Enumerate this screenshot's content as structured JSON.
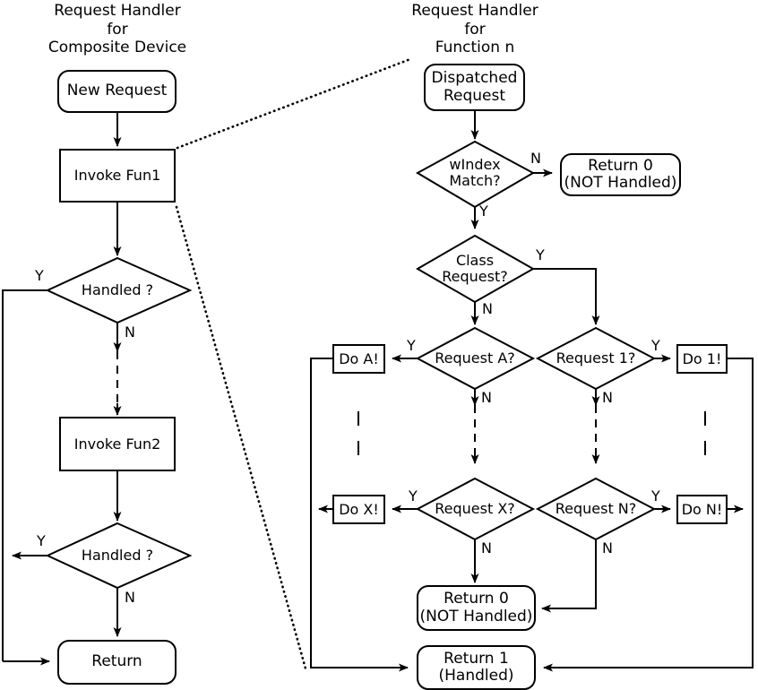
{
  "diagram": {
    "title_left": "Request Handler\nfor\nComposite Device",
    "title_right": "Request Handler\nfor\nFunction n"
  },
  "left_flow": {
    "nodes": [
      {
        "id": "new-request",
        "label": "New Request",
        "shape": "terminator"
      },
      {
        "id": "invoke-fun1",
        "label": "Invoke Fun1",
        "shape": "process"
      },
      {
        "id": "handled-1",
        "label": "Handled ?",
        "shape": "decision"
      },
      {
        "id": "invoke-fun2",
        "label": "Invoke Fun2",
        "shape": "process"
      },
      {
        "id": "handled-2",
        "label": "Handled ?",
        "shape": "decision"
      },
      {
        "id": "return",
        "label": "Return",
        "shape": "terminator"
      }
    ],
    "edge_labels": {
      "handled1_yes": "Y",
      "handled1_no": "N",
      "handled2_yes": "Y",
      "handled2_no": "N"
    }
  },
  "right_flow": {
    "nodes": [
      {
        "id": "dispatched-request",
        "label": "Dispatched\nRequest",
        "shape": "terminator"
      },
      {
        "id": "windex-match",
        "label": "wIndex\nMatch?",
        "shape": "decision"
      },
      {
        "id": "return0-top",
        "label": "Return 0\n(NOT Handled)",
        "shape": "terminator"
      },
      {
        "id": "class-request",
        "label": "Class\nRequest?",
        "shape": "decision"
      },
      {
        "id": "request-a",
        "label": "Request A?",
        "shape": "decision"
      },
      {
        "id": "request-1",
        "label": "Request 1?",
        "shape": "decision"
      },
      {
        "id": "do-a",
        "label": "Do A!",
        "shape": "process"
      },
      {
        "id": "do-1",
        "label": "Do 1!",
        "shape": "process"
      },
      {
        "id": "request-x",
        "label": "Request X?",
        "shape": "decision"
      },
      {
        "id": "request-n",
        "label": "Request N?",
        "shape": "decision"
      },
      {
        "id": "do-x",
        "label": "Do X!",
        "shape": "process"
      },
      {
        "id": "do-n",
        "label": "Do N!",
        "shape": "process"
      },
      {
        "id": "return0-bottom",
        "label": "Return 0\n(NOT Handled)",
        "shape": "terminator"
      },
      {
        "id": "return1",
        "label": "Return 1\n(Handled)",
        "shape": "terminator"
      }
    ],
    "edge_labels": {
      "windex_no": "N",
      "windex_yes": "Y",
      "class_yes": "Y",
      "class_no": "N",
      "request_a_yes": "Y",
      "request_a_no": "N",
      "request_1_yes": "Y",
      "request_1_no": "N",
      "request_x_yes": "Y",
      "request_x_no": "N",
      "request_n_yes": "Y",
      "request_n_no": "N"
    },
    "ellipsis": "vertical-continuation-ticks"
  },
  "colors": {
    "stroke": "#000000",
    "fill": "#ffffff",
    "text": "#000000"
  }
}
